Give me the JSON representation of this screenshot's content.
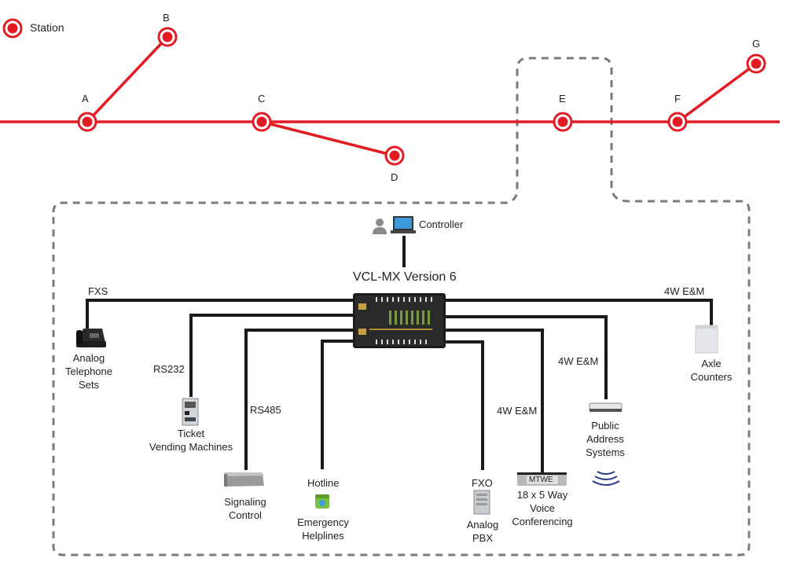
{
  "legend": {
    "label": "Station",
    "color": "#e31b23"
  },
  "stations": [
    {
      "id": "A",
      "label": "A"
    },
    {
      "id": "B",
      "label": "B"
    },
    {
      "id": "C",
      "label": "C"
    },
    {
      "id": "D",
      "label": "D"
    },
    {
      "id": "E",
      "label": "E"
    },
    {
      "id": "F",
      "label": "F"
    },
    {
      "id": "G",
      "label": "G"
    }
  ],
  "colors": {
    "rail": "#e31b23",
    "wire": "#1a1a1a",
    "boundary": "#7a7a7a"
  },
  "controller": {
    "label": "Controller"
  },
  "device": {
    "label": "VCL-MX Version 6"
  },
  "endpoints": {
    "phone": {
      "interface": "FXS",
      "name_lines": [
        "Analog",
        "Telephone",
        "Sets"
      ]
    },
    "ticket": {
      "interface": "RS232",
      "name_lines": [
        "Ticket",
        "Vending Machines"
      ]
    },
    "signal": {
      "interface": "RS485",
      "name_lines": [
        "Signaling",
        "Control"
      ]
    },
    "hotline": {
      "interface": "Hotline",
      "name_lines": [
        "Emergency",
        "Helplines"
      ]
    },
    "pbx": {
      "interface": "FXO",
      "name_lines": [
        "Analog",
        "PBX"
      ]
    },
    "conf": {
      "interface": "4W E&M",
      "badge": "MTWE",
      "name_lines": [
        "18 x 5 Way",
        "Voice",
        "Conferencing"
      ]
    },
    "pa": {
      "interface": "4W E&M",
      "name_lines": [
        "Public",
        "Address",
        "Systems"
      ]
    },
    "axle": {
      "interface": "4W E&M",
      "name_lines": [
        "Axle",
        "Counters"
      ]
    }
  }
}
